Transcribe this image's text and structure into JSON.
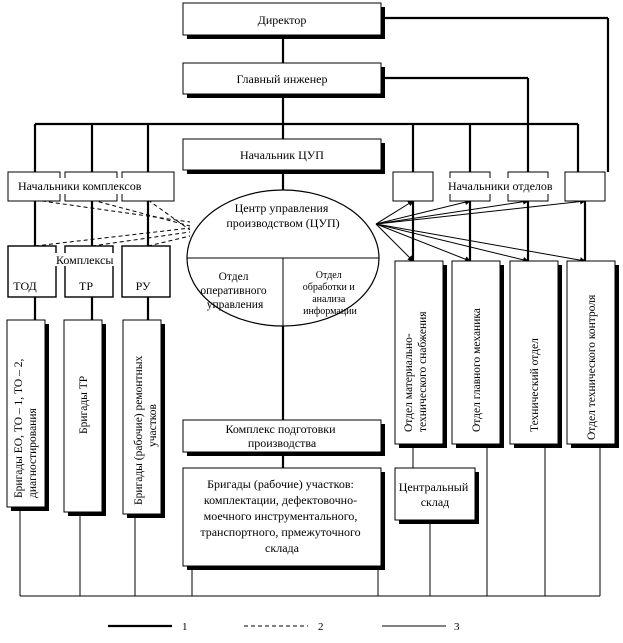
{
  "title": "",
  "nodes": {
    "director": "Директор",
    "chief_engineer": "Главный инженер",
    "head_cup": "Начальник ЦУП",
    "complex_heads": "Начальники комплексов",
    "dept_heads": "Начальники отделов",
    "cup": [
      "Центр управления",
      "производством (ЦУП)"
    ],
    "ops_dept": [
      "Отдел",
      "оперативного",
      "управления"
    ],
    "info_dept": [
      "Отдел",
      "обработки и",
      "анализа",
      "информации"
    ],
    "complexes_label": "Комплексы",
    "tod": "ТОД",
    "tr": "ТР",
    "ru": "РУ",
    "brigade_eo": [
      "Бригады ЕО, ТО – 1, ТО – 2,",
      "диагностирования"
    ],
    "brigade_tr": "Бригады ТР",
    "brigade_ru": [
      "Бригады (рабочие) ремонтных",
      "участков"
    ],
    "prep_complex": [
      "Комплекс подготовки",
      "производства"
    ],
    "brigades_sites": [
      "Бригады (рабочие) участков:",
      "комплектации, дефектовочно-",
      "моечного инструментального,",
      "транспортного, прмежуточного",
      "склада"
    ],
    "dept_mts": [
      "Отдел материально-",
      "технического снабжения"
    ],
    "dept_mech": "Отдел главного механика",
    "dept_tech": "Технический отдел",
    "dept_qc": "Отдел технического контроля",
    "central_store": [
      "Центральный",
      "склад"
    ]
  },
  "legend": [
    "1",
    "2",
    "3"
  ]
}
